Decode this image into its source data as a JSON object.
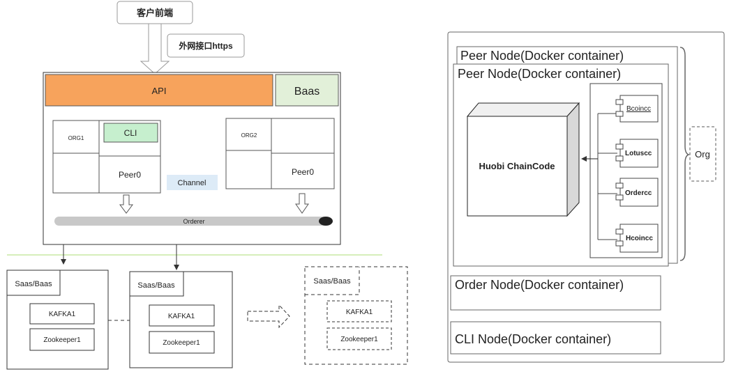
{
  "left": {
    "client_label": "客户前端",
    "https_label": "外网接口https",
    "api_label": "API",
    "baas_label": "Baas",
    "org1_label": "ORG1",
    "cli_label": "CLI",
    "peer0_left": "Peer0",
    "channel_label": "Channel",
    "org2_label": "ORG2",
    "peer0_right": "Peer0",
    "orderer_label": "Orderer",
    "saas1_label": "Saas/Baas",
    "kafka1a": "KAFKA1",
    "zk1a": "Zookeeper1",
    "saas2_label": "Saas/Baas",
    "kafka1b": "KAFKA1",
    "zk1b": "Zookeeper1",
    "saas3_label": "Saas/Baas",
    "kafka1c": "KAFKA1",
    "zk1c": "Zookeeper1"
  },
  "right": {
    "peer_node_back": "Peer Node(Docker container)",
    "peer_node_front": "Peer Node(Docker container)",
    "chaincode_label": "Huobi ChainCode",
    "sys_cc": [
      "Bcoincc",
      "Lotuscc",
      "Ordercc",
      "Hcoincc"
    ],
    "org_label": "Org",
    "order_node": "Order Node(Docker container)",
    "cli_node": "CLI Node(Docker container)"
  },
  "colors": {
    "api_fill": "#f7a35c",
    "baas_fill": "#e2f0d9",
    "cli_fill": "#c6efce",
    "channel_fill": "#ddebf7",
    "orderer_bar": "#c8c8c8",
    "separator_line": "#c9e8a3"
  }
}
